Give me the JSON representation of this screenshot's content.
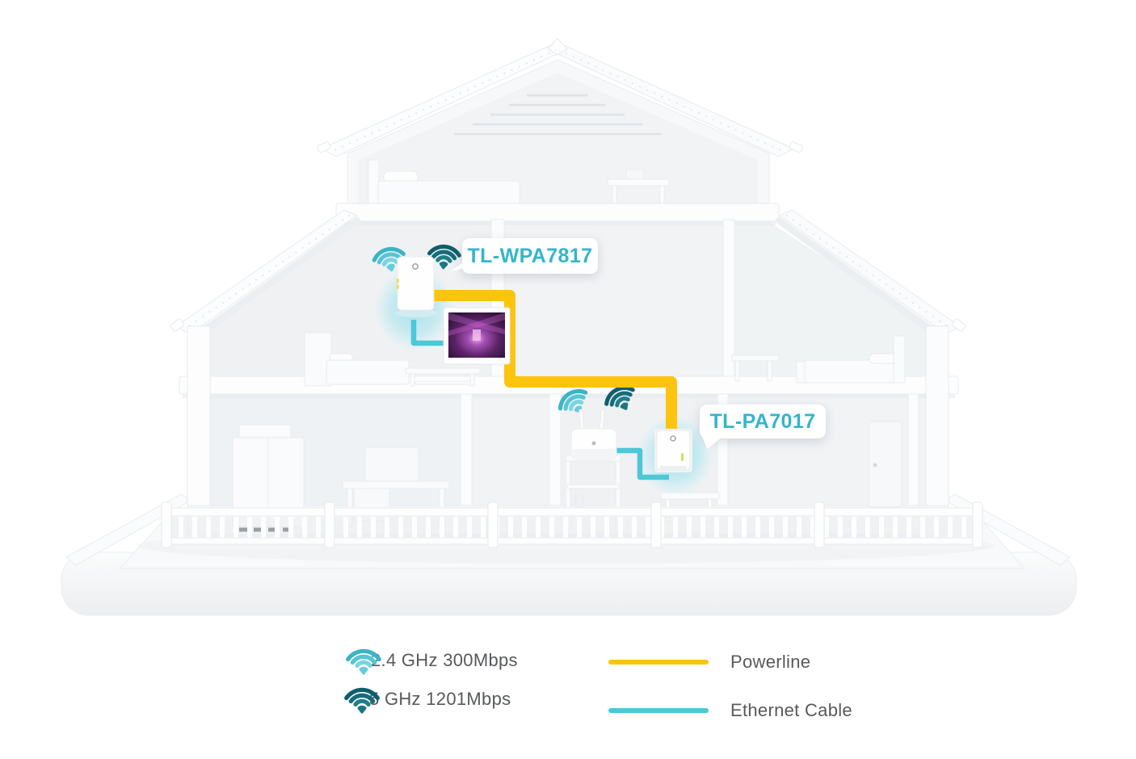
{
  "devices": {
    "upstairs": {
      "label": "TL-WPA7817"
    },
    "downstairs": {
      "label": "TL-PA7017"
    }
  },
  "legend": {
    "wifi": [
      {
        "label": "2.4 GHz 300Mbps"
      },
      {
        "label": "5 GHz 1201Mbps"
      }
    ],
    "cables": [
      {
        "label": "Powerline"
      },
      {
        "label": "Ethernet Cable"
      }
    ]
  },
  "colors": {
    "powerline_yellow": "#fcc40f",
    "ethernet_teal": "#4cc8d6",
    "label_teal": "#33b6c9",
    "wifi_light_teal": "#4fc3d2",
    "wifi_dark_teal": "#156d79",
    "legend_text_gray": "#57595b"
  }
}
